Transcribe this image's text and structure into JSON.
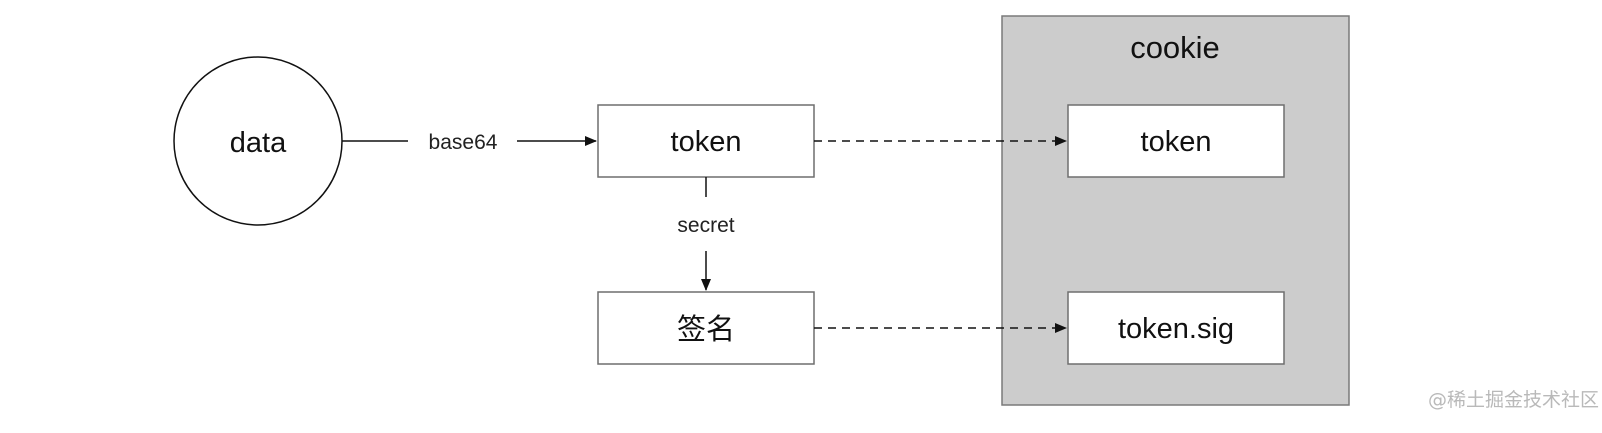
{
  "nodes": {
    "data": "data",
    "token": "token",
    "signature": "签名",
    "cookie_container": "cookie",
    "cookie_token": "token",
    "cookie_token_sig": "token.sig"
  },
  "edges": {
    "data_to_token": "base64",
    "token_to_signature": "secret"
  },
  "watermark": "@稀土掘金技术社区",
  "colors": {
    "container_fill": "#cccccc",
    "box_fill": "#ffffff",
    "stroke": "#6e6e6e",
    "arrow": "#111111",
    "watermark": "#b9b9b9"
  }
}
